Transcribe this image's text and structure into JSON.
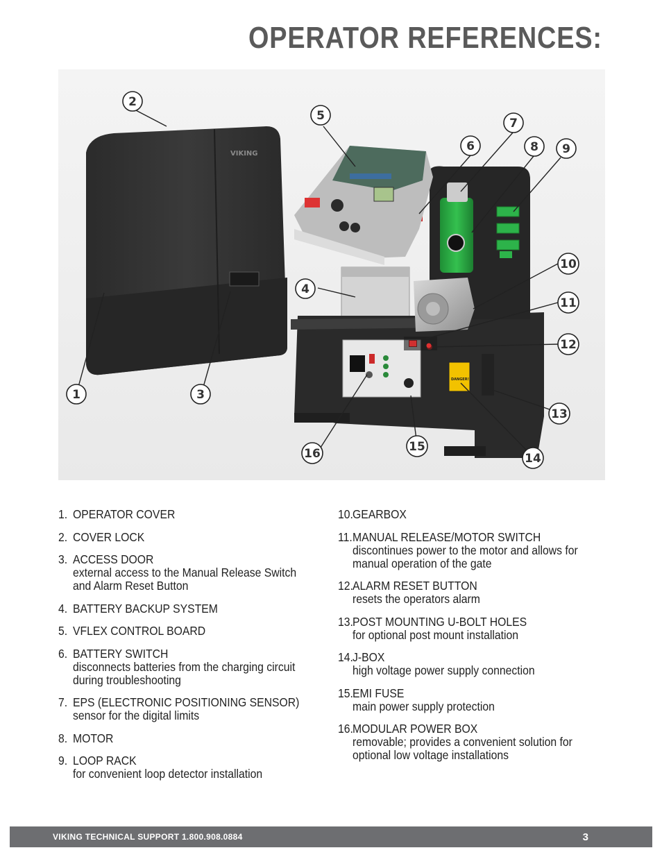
{
  "title": "OPERATOR REFERENCES:",
  "callout_numbers": [
    "1",
    "2",
    "3",
    "4",
    "5",
    "6",
    "7",
    "8",
    "9",
    "10",
    "11",
    "12",
    "13",
    "14",
    "15",
    "16"
  ],
  "figure_labels": {
    "cover_logo": "VIKING",
    "danger_label": "DANGER!"
  },
  "items_left": [
    {
      "num": "1.",
      "label": "OPERATOR COVER",
      "desc": ""
    },
    {
      "num": "2.",
      "label": "COVER LOCK",
      "desc": ""
    },
    {
      "num": "3.",
      "label": "ACCESS DOOR",
      "desc": "external access to the Manual Release Switch and Alarm Reset Button"
    },
    {
      "num": "4.",
      "label": "BATTERY BACKUP SYSTEM",
      "desc": ""
    },
    {
      "num": "5.",
      "label": "VFLEX CONTROL BOARD",
      "desc": ""
    },
    {
      "num": "6.",
      "label": "BATTERY SWITCH",
      "desc": "disconnects batteries from the charging circuit during troubleshooting"
    },
    {
      "num": "7.",
      "label": "EPS (ELECTRONIC POSITIONING SENSOR)",
      "desc": "sensor for the digital limits"
    },
    {
      "num": "8.",
      "label": "MOTOR",
      "desc": ""
    },
    {
      "num": "9.",
      "label": "LOOP RACK",
      "desc": "for convenient loop detector installation"
    }
  ],
  "items_right": [
    {
      "num": "10.",
      "label": "GEARBOX",
      "desc": ""
    },
    {
      "num": "11.",
      "label": "MANUAL RELEASE/MOTOR SWITCH",
      "desc": "discontinues power to the motor and allows for manual operation of the gate"
    },
    {
      "num": "12.",
      "label": "ALARM RESET BUTTON",
      "desc": "resets the operators alarm"
    },
    {
      "num": "13.",
      "label": "POST MOUNTING U-BOLT HOLES",
      "desc": "for optional post mount installation"
    },
    {
      "num": "14.",
      "label": "J-BOX",
      "desc": "high voltage power supply connection"
    },
    {
      "num": "15.",
      "label": "EMI FUSE",
      "desc": "main power supply protection"
    },
    {
      "num": "16.",
      "label": "MODULAR POWER BOX",
      "desc": "removable; provides a convenient solution for optional low voltage installations"
    }
  ],
  "footer": {
    "text": "VIKING TECHNICAL SUPPORT 1.800.908.0884",
    "page": "3"
  },
  "colors": {
    "title": "#5a5a5a",
    "footer_bar": "#6d6e71",
    "motor_green": "#2db34a",
    "warning_yellow": "#f2c200"
  }
}
